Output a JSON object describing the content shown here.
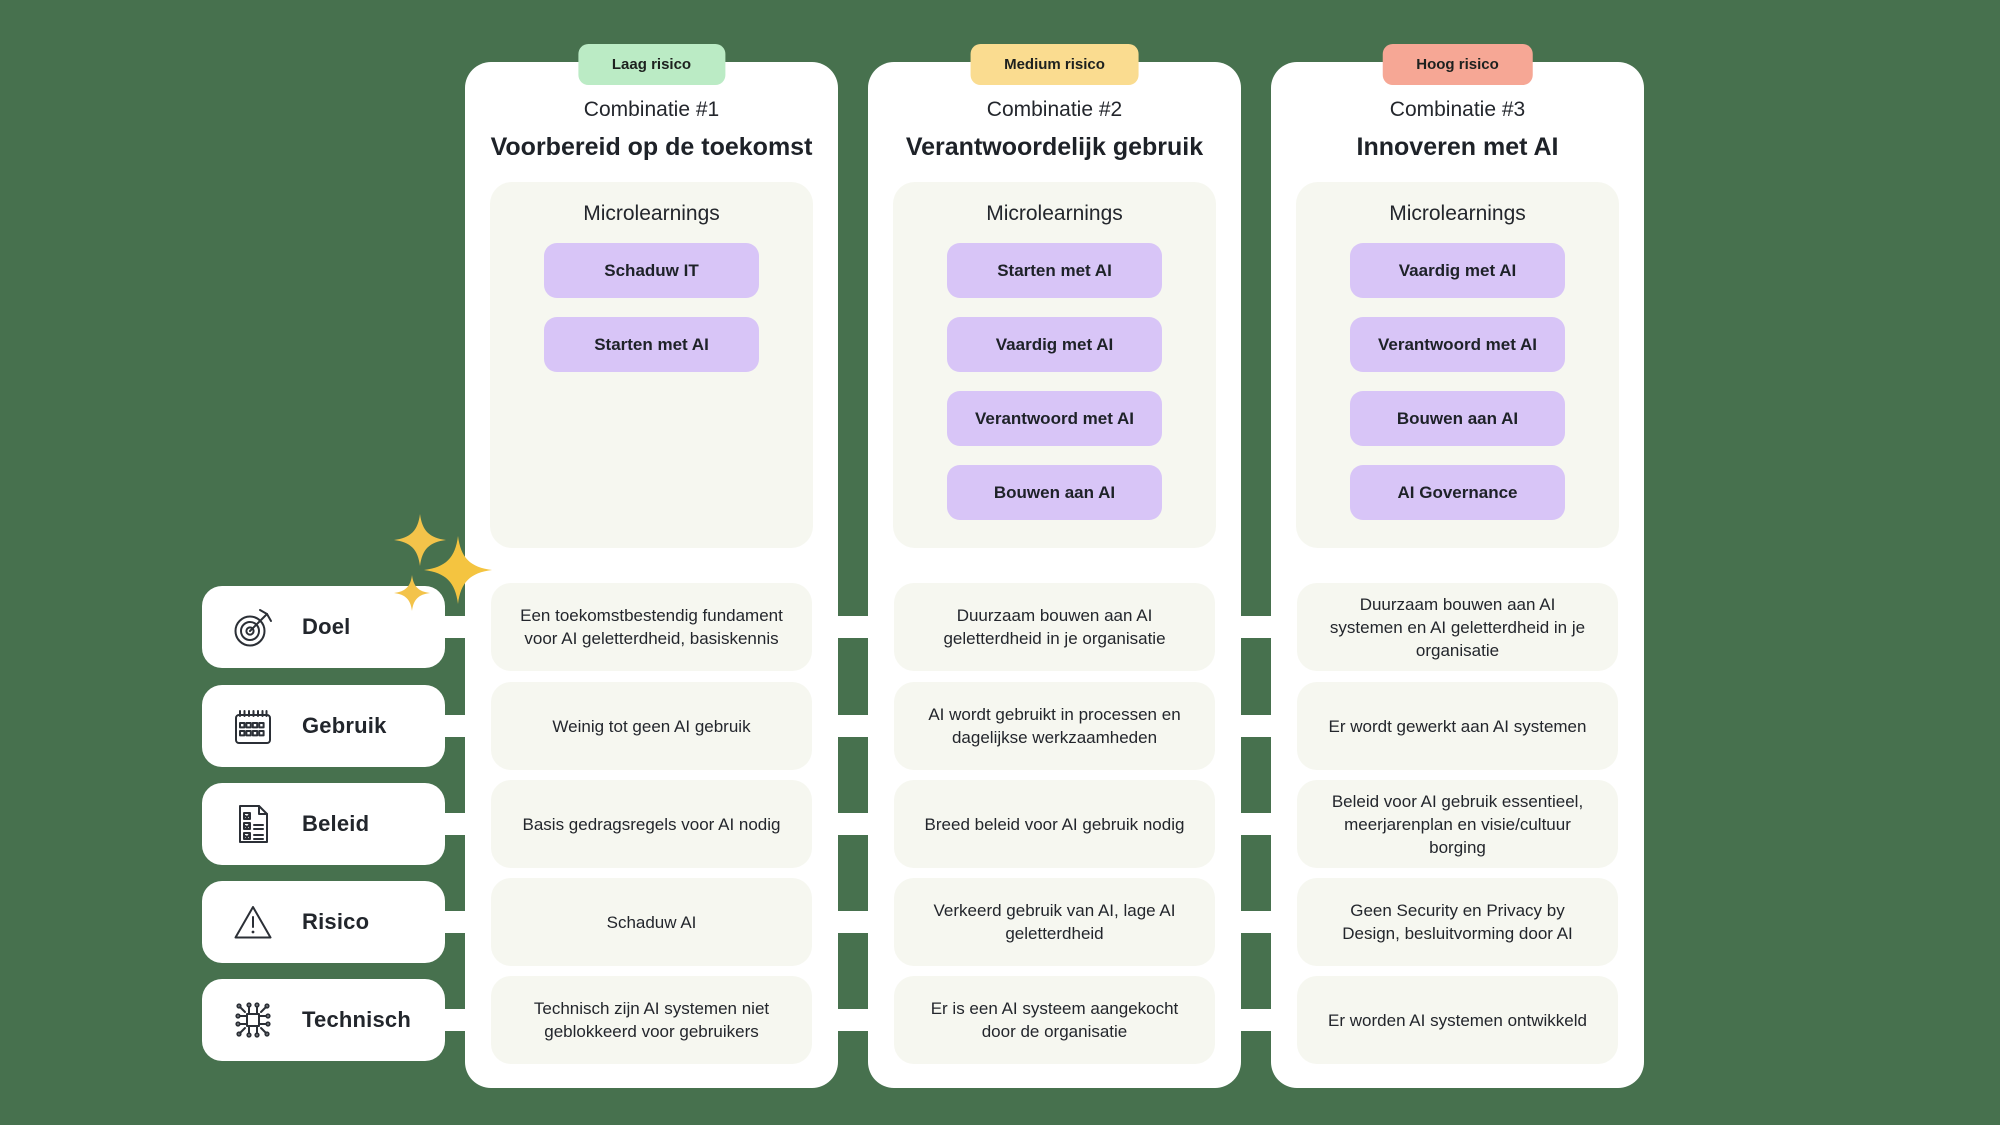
{
  "page": {
    "background_color": "#47714E",
    "accent_gold": "#F3C34A"
  },
  "sidebar": {
    "items": [
      {
        "label": "Doel",
        "icon": "target-icon"
      },
      {
        "label": "Gebruik",
        "icon": "calendar-icon"
      },
      {
        "label": "Beleid",
        "icon": "checklist-icon"
      },
      {
        "label": "Risico",
        "icon": "warning-icon"
      },
      {
        "label": "Technisch",
        "icon": "circuit-icon"
      }
    ]
  },
  "columns": [
    {
      "badge": {
        "label": "Laag risico",
        "color": "#BBEBC5"
      },
      "kicker": "Combinatie #1",
      "title": "Voorbereid op de toekomst",
      "microlearnings_heading": "Microlearnings",
      "pill_color": "#D8C5F7",
      "microlearnings": [
        "Schaduw IT",
        "Starten met AI"
      ],
      "rows": [
        "Een toekomstbestendig fundament voor AI geletterdheid, basiskennis",
        "Weinig tot geen AI gebruik",
        "Basis gedragsregels voor AI nodig",
        "Schaduw AI",
        "Technisch zijn AI systemen niet geblokkeerd voor gebruikers"
      ]
    },
    {
      "badge": {
        "label": "Medium risico",
        "color": "#FADC90"
      },
      "kicker": "Combinatie #2",
      "title": "Verantwoordelijk gebruik",
      "microlearnings_heading": "Microlearnings",
      "pill_color": "#D8C5F7",
      "microlearnings": [
        "Starten met AI",
        "Vaardig met AI",
        "Verantwoord met AI",
        "Bouwen aan AI"
      ],
      "rows": [
        "Duurzaam bouwen aan AI geletterdheid in je organisatie",
        "AI wordt gebruikt in processen en dagelijkse werkzaamheden",
        "Breed beleid voor AI gebruik nodig",
        "Verkeerd gebruik van AI, lage AI geletterdheid",
        "Er is een AI systeem aangekocht door de organisatie"
      ]
    },
    {
      "badge": {
        "label": "Hoog risico",
        "color": "#F6A795"
      },
      "kicker": "Combinatie #3",
      "title": "Innoveren met AI",
      "microlearnings_heading": "Microlearnings",
      "pill_color": "#D8C5F7",
      "microlearnings": [
        "Vaardig met AI",
        "Verantwoord met AI",
        "Bouwen aan AI",
        "AI Governance"
      ],
      "rows": [
        "Duurzaam bouwen aan AI systemen en AI geletterdheid in je organisatie",
        "Er wordt gewerkt aan AI systemen",
        "Beleid voor AI gebruik essentieel, meerjarenplan en visie/cultuur borging",
        "Geen Security en Privacy by Design, besluitvorming door AI",
        "Er worden AI systemen ontwikkeld"
      ]
    }
  ]
}
